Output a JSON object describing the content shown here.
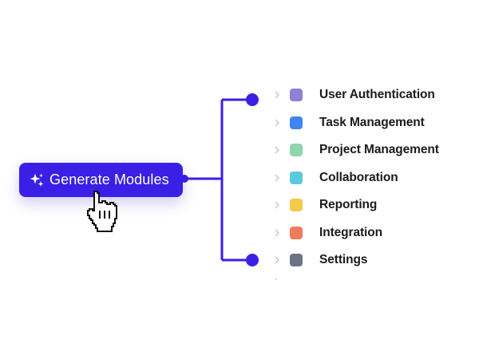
{
  "generate_button": {
    "label": "Generate Modules",
    "icon": "sparkle-icon",
    "color": "#3a1fe6"
  },
  "connector_color": "#3a1fe6",
  "modules": [
    {
      "label": "User Authentication",
      "color": "#8d80d6"
    },
    {
      "label": "Task Management",
      "color": "#3f86ee"
    },
    {
      "label": "Project Management",
      "color": "#8ed6ad"
    },
    {
      "label": "Collaboration",
      "color": "#5ac8e0"
    },
    {
      "label": "Reporting",
      "color": "#f4c94a"
    },
    {
      "label": "Integration",
      "color": "#ef7b5b"
    },
    {
      "label": "Settings",
      "color": "#6c7385"
    }
  ],
  "cursor_icon": "pointing-hand-cursor-icon"
}
